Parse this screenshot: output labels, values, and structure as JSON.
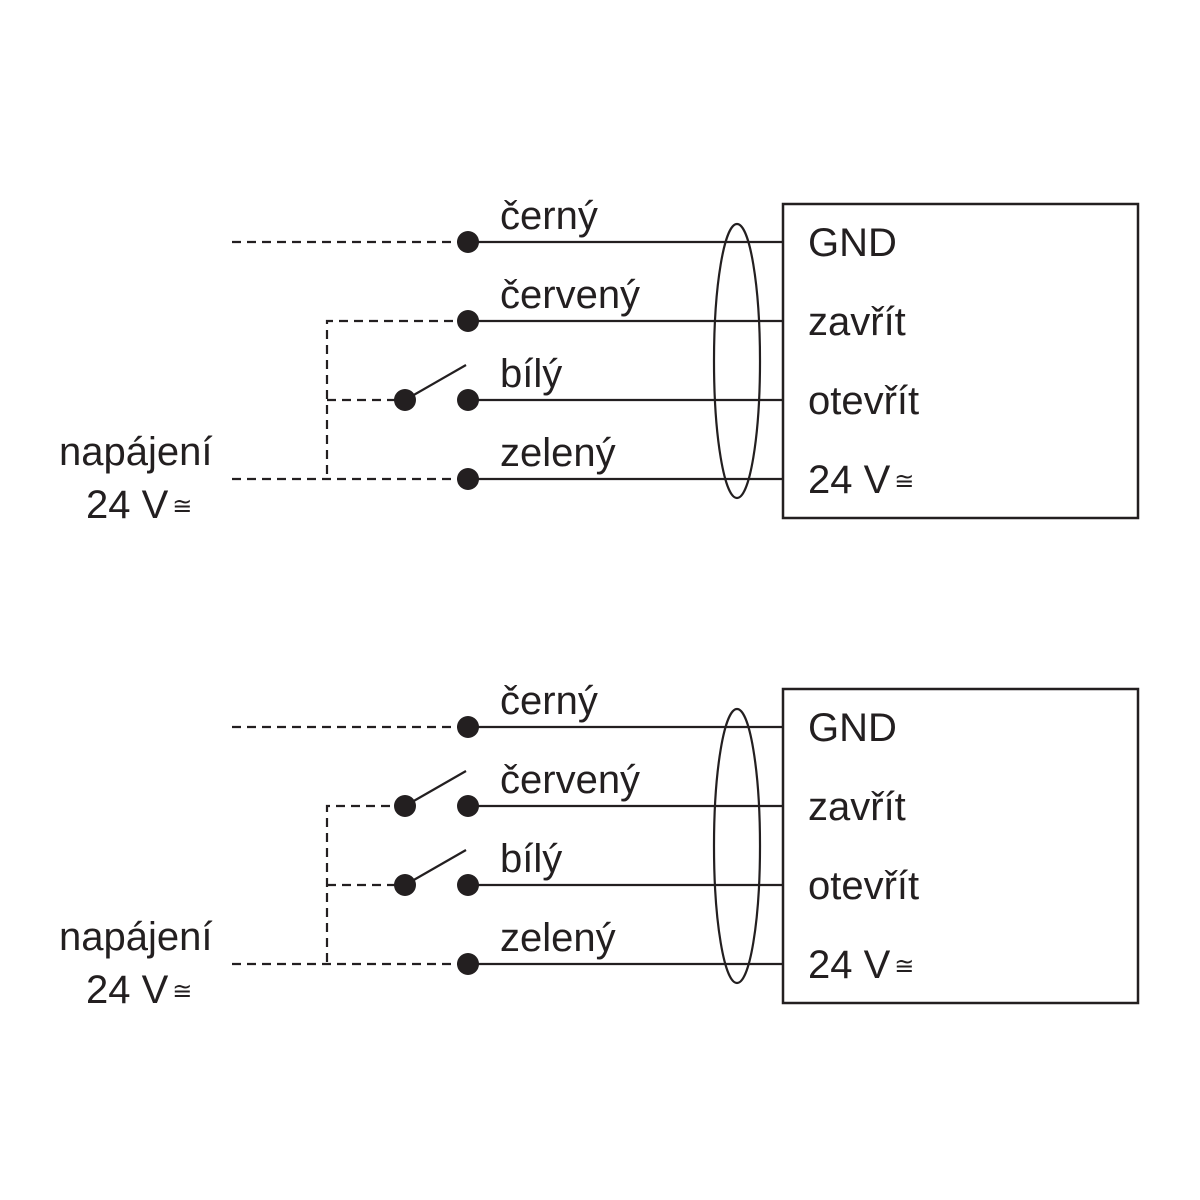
{
  "diagrams": [
    {
      "wires": [
        "černý",
        "červený",
        "bílý",
        "zelený"
      ],
      "terminals": [
        "GND",
        "zavřít",
        "otevřít",
        "24 V"
      ],
      "terminal_suffix": "≅",
      "supply": {
        "line1": "napájení",
        "line2": "24 V",
        "suffix": "≅"
      }
    },
    {
      "wires": [
        "černý",
        "červený",
        "bílý",
        "zelený"
      ],
      "terminals": [
        "GND",
        "zavřít",
        "otevřít",
        "24 V"
      ],
      "terminal_suffix": "≅",
      "supply": {
        "line1": "napájení",
        "line2": "24 V",
        "suffix": "≅"
      }
    }
  ]
}
